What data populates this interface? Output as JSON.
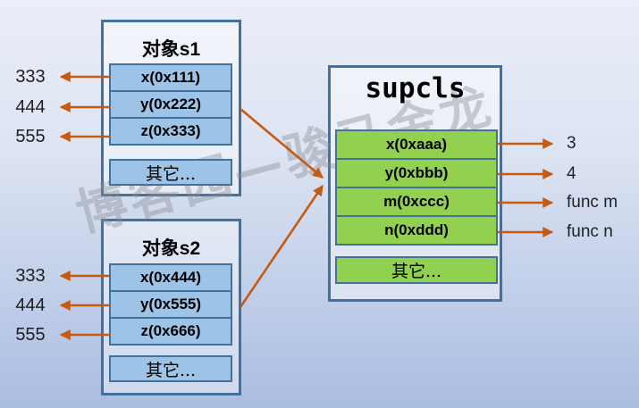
{
  "watermark": {
    "text": "博客园—骏马金龙"
  },
  "colors": {
    "arrow": "#C55A11",
    "box_border": "#41719C",
    "blue_row_fill": "#9DC3E6",
    "green_row_fill": "#92D050",
    "background_top": "#EAEEF8",
    "background_bottom": "#A9BDE1"
  },
  "object1": {
    "title": "对象s1",
    "rows": [
      "x(0x111)",
      "y(0x222)",
      "z(0x333)"
    ],
    "other_label": "其它...",
    "left_labels": [
      "333",
      "444",
      "555"
    ]
  },
  "object2": {
    "title": "对象s2",
    "rows": [
      "x(0x444)",
      "y(0x555)",
      "z(0x666)"
    ],
    "other_label": "其它...",
    "left_labels": [
      "333",
      "444",
      "555"
    ]
  },
  "superclass": {
    "title": "supcls",
    "rows": [
      "x(0xaaa)",
      "y(0xbbb)",
      "m(0xccc)",
      "n(0xddd)"
    ],
    "other_label": "其它...",
    "right_labels": [
      "3",
      "4",
      "func m",
      "func n"
    ]
  }
}
